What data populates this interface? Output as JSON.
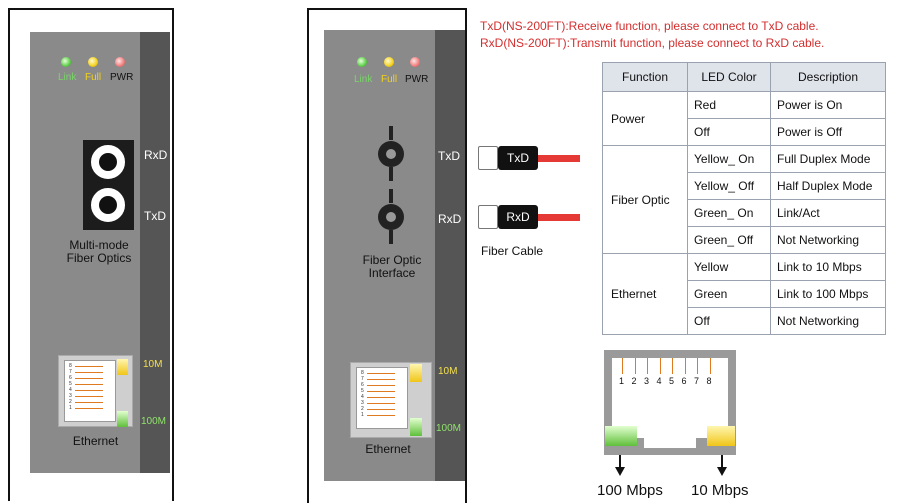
{
  "device1": {
    "leds": {
      "link": "Link",
      "full": "Full",
      "pwr": "PWR"
    },
    "ports": {
      "rxd": "RxD",
      "txd": "TxD"
    },
    "fiber_caption": [
      "Multi-mode",
      "Fiber Optics"
    ],
    "ethernet_caption": "Ethernet",
    "ethernet_leds": {
      "ten": "10M",
      "hundred": "100M"
    },
    "pin_numbers": [
      "1",
      "2",
      "3",
      "4",
      "5",
      "6",
      "7",
      "8"
    ]
  },
  "device2": {
    "leds": {
      "link": "Link",
      "full": "Full",
      "pwr": "PWR"
    },
    "ports": {
      "txd": "TxD",
      "rxd": "RxD"
    },
    "fiber_caption": [
      "Fiber Optic",
      "Interface"
    ],
    "ethernet_caption": "Ethernet",
    "ethernet_leds": {
      "ten": "10M",
      "hundred": "100M"
    },
    "pin_numbers": [
      "1",
      "2",
      "3",
      "4",
      "5",
      "6",
      "7",
      "8"
    ]
  },
  "cables": {
    "txd_plug": "TxD",
    "rxd_plug": "RxD",
    "caption": "Fiber Cable"
  },
  "notes": [
    "TxD(NS-200FT):Receive function, please connect to TxD cable.",
    "RxD(NS-200FT):Transmit  function, please connect to RxD cable."
  ],
  "table": {
    "headers": [
      "Function",
      "LED Color",
      "Description"
    ],
    "groups": [
      {
        "name": "Power",
        "rows": [
          {
            "color": "Red",
            "description": "Power is On"
          },
          {
            "color": "Off",
            "description": "Power is Off"
          }
        ]
      },
      {
        "name": "Fiber Optic",
        "rows": [
          {
            "color": "Yellow_ On",
            "description": "Full Duplex Mode"
          },
          {
            "color": "Yellow_ Off",
            "description": "Half Duplex Mode"
          },
          {
            "color": "Green_ On",
            "description": "Link/Act"
          },
          {
            "color": "Green_ Off",
            "description": "Not Networking"
          }
        ]
      },
      {
        "name": "Ethernet",
        "rows": [
          {
            "color": "Yellow",
            "description": "Link to 10 Mbps"
          },
          {
            "color": "Green",
            "description": "Link to 100 Mbps"
          },
          {
            "color": "Off",
            "description": "Not Networking"
          }
        ]
      }
    ]
  },
  "rj45_diagram": {
    "pins": [
      "1",
      "2",
      "3",
      "4",
      "5",
      "6",
      "7",
      "8"
    ],
    "left_label": "100 Mbps",
    "right_label": "10 Mbps"
  },
  "colors": {
    "note_red": "#d32f2f",
    "cable_red": "#e53935",
    "led_green": "#5fd04a",
    "led_yellow": "#f3d21c",
    "led_red": "#f07c7c",
    "label_10m": "#f4e04d",
    "label_100m": "#8fe36a",
    "device_gray": "#8a8a8a",
    "table_header_bg": "#dfe3ea"
  }
}
